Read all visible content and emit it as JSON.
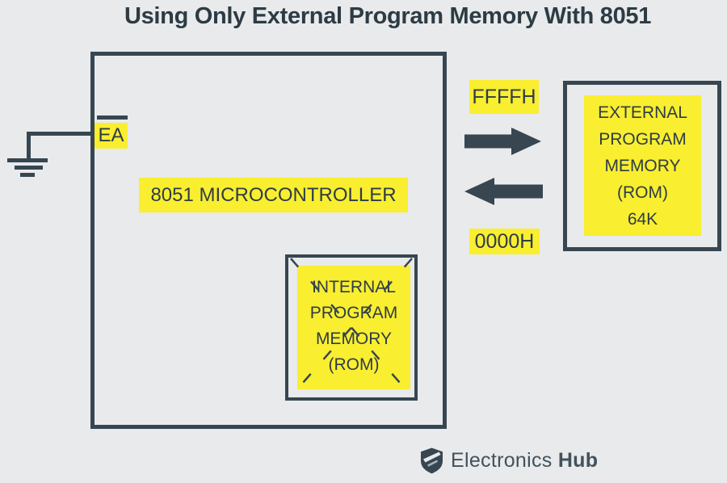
{
  "title": "Using Only External Program Memory With 8051",
  "diagram": {
    "microcontroller": {
      "label": "8051 MICROCONTROLLER",
      "pin": "EA",
      "pin_note": "active-low (overbar)"
    },
    "internal_memory": {
      "lines": [
        "INTERNAL",
        "PROGRAM",
        "MEMORY",
        "(ROM)"
      ],
      "crossed_out": true
    },
    "external_memory": {
      "lines": [
        "EXTERNAL",
        "PROGRAM",
        "MEMORY",
        "(ROM)",
        "64K"
      ]
    },
    "addresses": {
      "high": "FFFFH",
      "low": "0000H"
    }
  },
  "footer": {
    "brand_regular": "Electronics",
    "brand_bold": "Hub"
  },
  "colors": {
    "background": "#e8eaec",
    "dark_slate": "#374650",
    "highlight_yellow": "#f9ee30",
    "text": "#2e3d46",
    "logo_gray": "#42525b"
  }
}
